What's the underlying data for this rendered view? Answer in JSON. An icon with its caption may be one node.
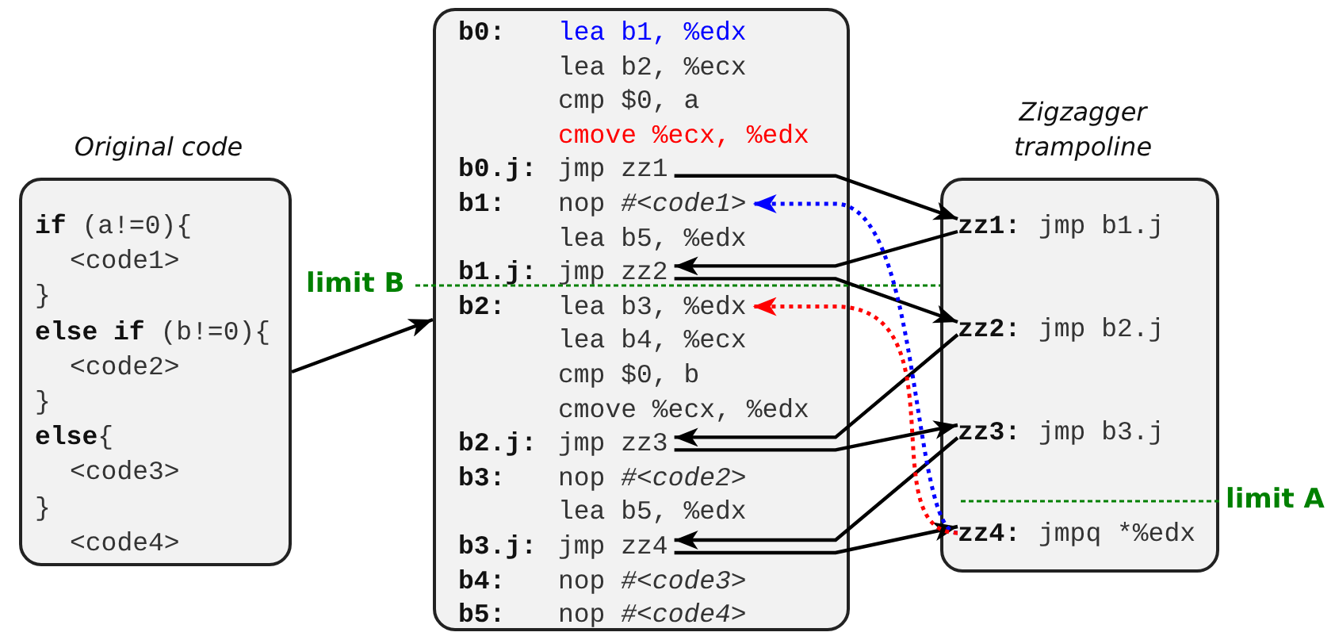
{
  "diagram": {
    "nodes": [
      {
        "text": [
          "Original code",
          "**if** (a!=0){",
          "<code1>",
          "}",
          "**else if** (b!=0){",
          "<code2>",
          "}",
          "**else**{",
          "<code3>",
          "}",
          "<code4>"
        ]
      },
      {
        "text": [],
        "shape": "box"
      },
      {
        "text": [
          "b0:",
          "lea b1, %edx"
        ],
        "in": 1
      },
      {
        "text": [
          "lea b2, %ecx"
        ],
        "in": 1
      },
      {
        "text": [
          "cmp $0, a"
        ],
        "in": 1
      },
      {
        "text": [
          "cmove %ecx, %edx"
        ],
        "in": 1
      },
      {
        "text": [
          "b0.j:",
          "jmp zz1"
        ],
        "in": 1
      },
      {
        "text": [
          "b1:",
          "nop *#<code1>*"
        ],
        "in": 1
      },
      {
        "text": [
          "lea b5, %edx"
        ],
        "in": 1
      },
      {
        "text": [
          "b1.j:",
          "jmp zz2"
        ],
        "in": 1
      },
      {
        "text": [
          "b2:",
          "lea b3, %edx"
        ],
        "in": 1
      },
      {
        "text": [
          "lea b4, %ecx"
        ],
        "in": 1
      },
      {
        "text": [
          "cmp $0, b"
        ],
        "in": 1
      },
      {
        "text": [
          "cmove %ecx, %edx"
        ],
        "in": 1
      },
      {
        "text": [
          "b2.j:",
          "jmp zz3"
        ],
        "in": 1
      },
      {
        "text": [
          "b3:",
          "nop *#<code2>*"
        ],
        "in": 1
      },
      {
        "text": [
          "lea b5, %edx"
        ],
        "in": 1
      },
      {
        "text": [
          "b3.j:",
          "jmp zz4"
        ],
        "in": 1
      },
      {
        "text": [
          "b4:",
          "nop *#<code3>*"
        ],
        "in": 1
      },
      {
        "text": [
          "b5:",
          "nop *#<code4>*"
        ],
        "in": 1
      },
      {
        "text": [
          "Zigzagger trampoline"
        ]
      },
      {
        "text": [
          "zz1:",
          "jmp b1.j"
        ],
        "in": 20
      },
      {
        "text": [
          "zz2:",
          "jmp b2.j"
        ],
        "in": 20
      },
      {
        "text": [
          "zz3:",
          "jmp b3.j"
        ],
        "in": 20
      },
      {
        "text": [
          "zz4:",
          "jmpq *%edx"
        ],
        "in": 20
      }
    ],
    "edges": [
      {
        "from": 0,
        "to": 1,
        "arrow": "to"
      },
      {
        "from": 6,
        "to": 21,
        "arrow": "to"
      },
      {
        "from": 21,
        "to": 9,
        "arrow": "to"
      },
      {
        "from": 9,
        "to": 22,
        "arrow": "to"
      },
      {
        "from": 22,
        "to": 14,
        "arrow": "to"
      },
      {
        "from": 14,
        "to": 23,
        "arrow": "to"
      },
      {
        "from": 23,
        "to": 17,
        "arrow": "to"
      },
      {
        "from": 17,
        "to": 24,
        "arrow": "to"
      },
      {
        "from": 24,
        "to": 7,
        "arrow": "to",
        "style": "dashed",
        "color": "#0000ff"
      },
      {
        "from": 24,
        "to": 10,
        "arrow": "to",
        "style": "dashed",
        "color": "#ff0000"
      }
    ],
    "labels": [
      "limit B",
      "limit A"
    ]
  }
}
